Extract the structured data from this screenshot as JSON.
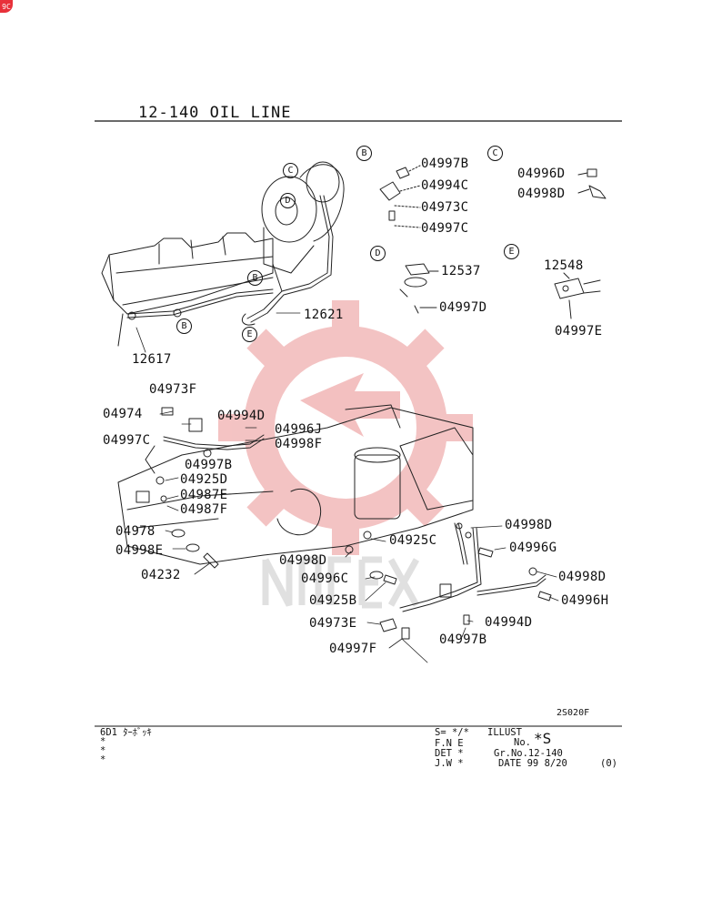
{
  "header": {
    "title": "12-140  OIL LINE"
  },
  "corner_badge": "9C",
  "callouts": {
    "B": "B",
    "C": "C",
    "D": "D",
    "E": "E"
  },
  "parts": {
    "p04997B_top": "04997B",
    "p04994C": "04994C",
    "p04973C": "04973C",
    "p04997C_top": "04997C",
    "p04996D": "04996D",
    "p04998D_c": "04998D",
    "p12537": "12537",
    "p04997D": "04997D",
    "p12548": "12548",
    "p04997E": "04997E",
    "p12621": "12621",
    "p12617": "12617",
    "p04973F": "04973F",
    "p04974": "04974",
    "p04994D_l": "04994D",
    "p04997C_l": "04997C",
    "p04996J": "04996J",
    "p04998F": "04998F",
    "p04997B_l": "04997B",
    "p04925D": "04925D",
    "p04987E": "04987E",
    "p04987F": "04987F",
    "p04978": "04978",
    "p04998E": "04998E",
    "p04232": "04232",
    "p04998D_m": "04998D",
    "p04925C": "04925C",
    "p04998D_r": "04998D",
    "p04996G": "04996G",
    "p04996C": "04996C",
    "p04925B": "04925B",
    "p04998D_r2": "04998D",
    "p04996H": "04996H",
    "p04973E": "04973E",
    "p04994D_b": "04994D",
    "p04997B_b": "04997B",
    "p04997F": "04997F"
  },
  "ref_code": "2S020F",
  "footer": {
    "left": [
      "6D1 ﾀｰﾎﾞｯｷ",
      "*",
      "*",
      "*"
    ],
    "s_label": "S= */*",
    "illust_label": "ILLUST",
    "no_label": "No.",
    "illust_no": "*S",
    "fne": "F.N E",
    "det": "DET *",
    "grno": "Gr.No.12-140",
    "jw": "J.W *",
    "date": "DATE 99 8/20",
    "rev": "(0)"
  },
  "colors": {
    "watermark": "#f2b9b9",
    "line": "#222222",
    "badge": "#e8313a"
  }
}
